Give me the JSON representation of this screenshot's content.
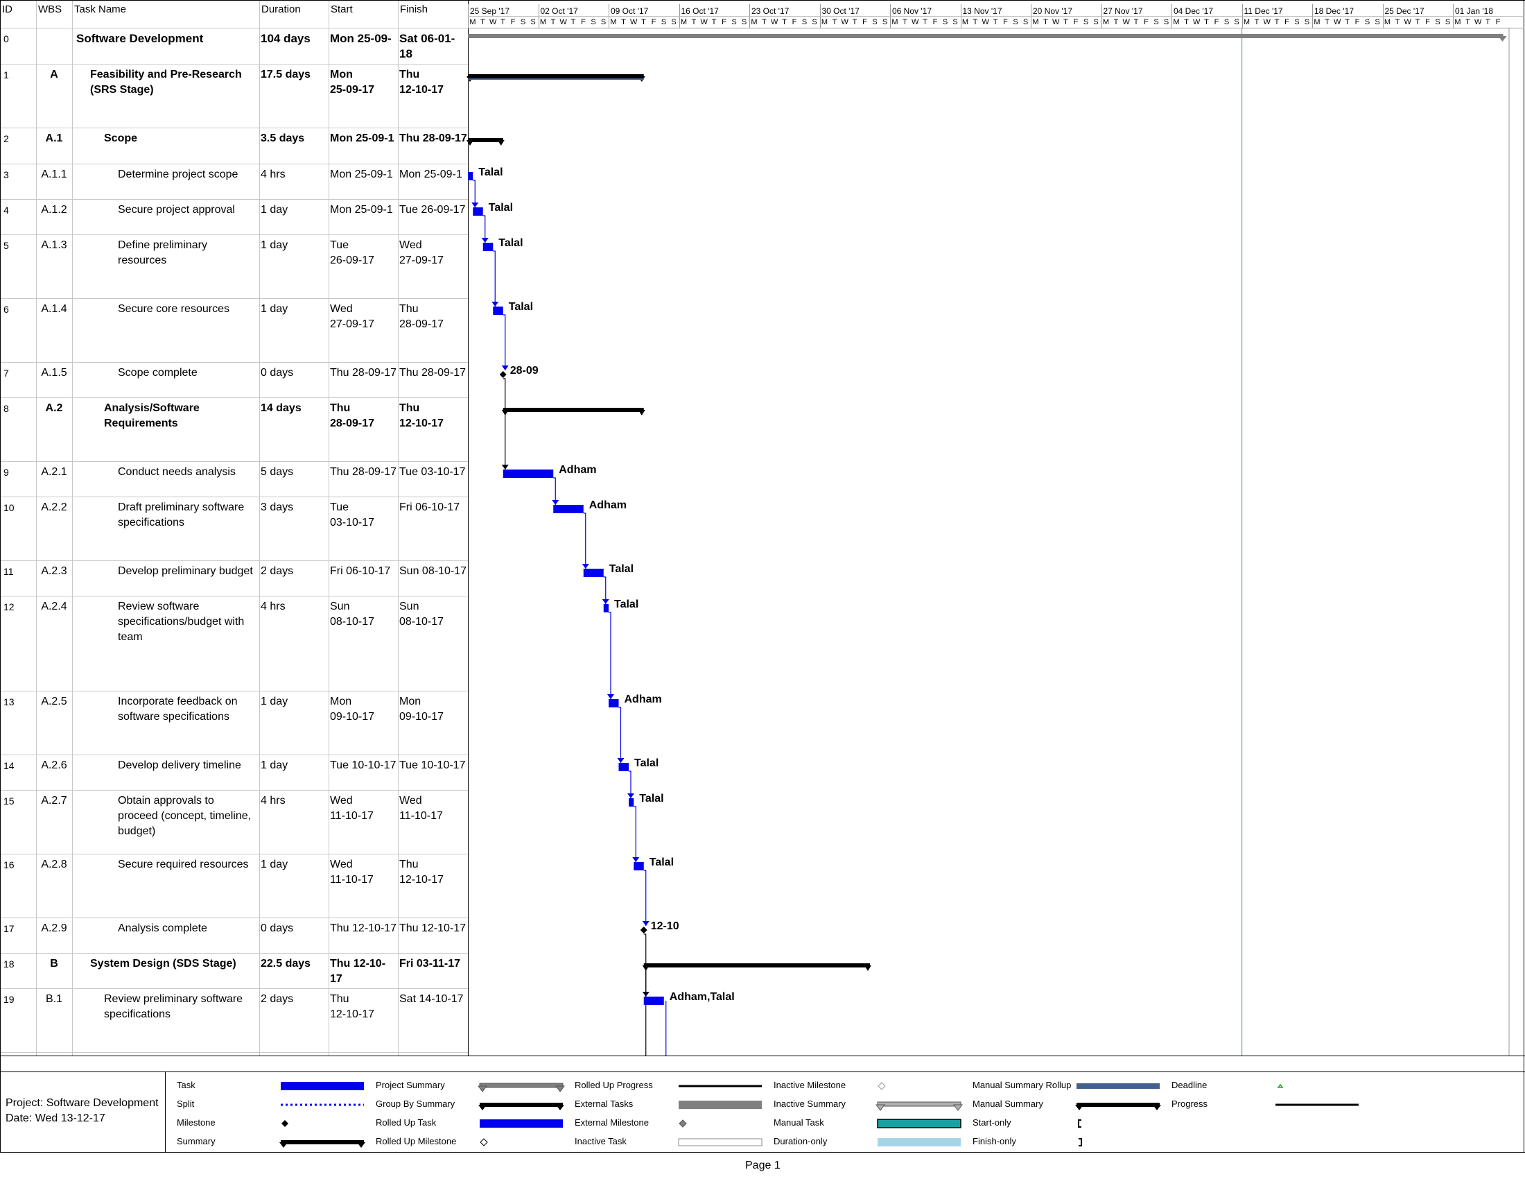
{
  "colors": {
    "task": "#0000ee",
    "summary": "#000000",
    "project_summary": "#7f7f7f",
    "grid": "#c8c8c8",
    "today_line": "#8fbc8f",
    "manual_task": "#17a2a2",
    "manual_summary_rollup": "#44608f",
    "duration_only": "#a8d4e8"
  },
  "columns": {
    "id": "ID",
    "wbs": "WBS",
    "name": "Task Name",
    "duration": "Duration",
    "start": "Start",
    "finish": "Finish"
  },
  "timescale": {
    "weeks": [
      "25 Sep '17",
      "02 Oct '17",
      "09 Oct '17",
      "16 Oct '17",
      "23 Oct '17",
      "30 Oct '17",
      "06 Nov '17",
      "13 Nov '17",
      "20 Nov '17",
      "27 Nov '17",
      "04 Dec '17",
      "11 Dec '17",
      "18 Dec '17",
      "25 Dec '17",
      "01 Jan '18"
    ],
    "days": [
      "M",
      "T",
      "W",
      "T",
      "F",
      "S",
      "S"
    ]
  },
  "tasks": [
    {
      "id": "0",
      "wbs": "",
      "name": "Software Development",
      "duration": "104 days",
      "start": "Mon 25-09-",
      "finish": "Sat 06-01-18",
      "level": 0,
      "bold": true,
      "bar": "project",
      "bar_start": 0,
      "bar_end": 103,
      "label": ""
    },
    {
      "id": "1",
      "wbs": "A",
      "name": "Feasibility and Pre-Research\n(SRS Stage)",
      "duration": "17.5 days",
      "start": "Mon\n25-09-17",
      "finish": "Thu\n12-10-17",
      "level": 1,
      "bold": true,
      "bar": "summary",
      "bar_start": 0,
      "bar_end": 17.5,
      "label": ""
    },
    {
      "id": "2",
      "wbs": "A.1",
      "name": "Scope",
      "duration": "3.5 days",
      "start": "Mon 25-09-1",
      "finish": "Thu 28-09-17",
      "level": 2,
      "bold": true,
      "bar": "summary",
      "bar_start": 0,
      "bar_end": 3.5,
      "label": ""
    },
    {
      "id": "3",
      "wbs": "A.1.1",
      "name": "Determine project scope",
      "duration": "4 hrs",
      "start": "Mon 25-09-1",
      "finish": "Mon 25-09-1",
      "level": 3,
      "bold": false,
      "bar": "task",
      "bar_start": 0,
      "bar_end": 0.5,
      "label": "Talal"
    },
    {
      "id": "4",
      "wbs": "A.1.2",
      "name": "Secure project approval",
      "duration": "1 day",
      "start": "Mon 25-09-1",
      "finish": "Tue 26-09-17",
      "level": 3,
      "bold": false,
      "bar": "task",
      "bar_start": 0.5,
      "bar_end": 1.5,
      "label": "Talal"
    },
    {
      "id": "5",
      "wbs": "A.1.3",
      "name": "Define preliminary\nresources",
      "duration": "1 day",
      "start": "Tue\n26-09-17",
      "finish": "Wed\n27-09-17",
      "level": 3,
      "bold": false,
      "bar": "task",
      "bar_start": 1.5,
      "bar_end": 2.5,
      "label": "Talal"
    },
    {
      "id": "6",
      "wbs": "A.1.4",
      "name": "Secure core resources",
      "duration": "1 day",
      "start": "Wed\n27-09-17",
      "finish": "Thu\n28-09-17",
      "level": 3,
      "bold": false,
      "bar": "task",
      "bar_start": 2.5,
      "bar_end": 3.5,
      "label": "Talal"
    },
    {
      "id": "7",
      "wbs": "A.1.5",
      "name": "Scope complete",
      "duration": "0 days",
      "start": "Thu 28-09-17",
      "finish": "Thu 28-09-17",
      "level": 3,
      "bold": false,
      "bar": "milestone",
      "bar_start": 3.5,
      "bar_end": 3.5,
      "label": "28-09"
    },
    {
      "id": "8",
      "wbs": "A.2",
      "name": "Analysis/Software\nRequirements",
      "duration": "14 days",
      "start": "Thu\n28-09-17",
      "finish": "Thu\n12-10-17",
      "level": 2,
      "bold": true,
      "bar": "summary",
      "bar_start": 3.5,
      "bar_end": 17.5,
      "label": ""
    },
    {
      "id": "9",
      "wbs": "A.2.1",
      "name": "Conduct needs analysis",
      "duration": "5 days",
      "start": "Thu 28-09-17",
      "finish": "Tue 03-10-17",
      "level": 3,
      "bold": false,
      "bar": "task",
      "bar_start": 3.5,
      "bar_end": 8.5,
      "label": "Adham"
    },
    {
      "id": "10",
      "wbs": "A.2.2",
      "name": "Draft preliminary software\nspecifications",
      "duration": "3 days",
      "start": "Tue\n03-10-17",
      "finish": "Fri 06-10-17",
      "level": 3,
      "bold": false,
      "bar": "task",
      "bar_start": 8.5,
      "bar_end": 11.5,
      "label": "Adham"
    },
    {
      "id": "11",
      "wbs": "A.2.3",
      "name": "Develop preliminary budget",
      "duration": "2 days",
      "start": "Fri 06-10-17",
      "finish": "Sun 08-10-17",
      "level": 3,
      "bold": false,
      "bar": "task",
      "bar_start": 11.5,
      "bar_end": 13.5,
      "label": "Talal"
    },
    {
      "id": "12",
      "wbs": "A.2.4",
      "name": "Review software\nspecifications/budget with\nteam",
      "duration": "4 hrs",
      "start": "Sun\n08-10-17",
      "finish": "Sun\n08-10-17",
      "level": 3,
      "bold": false,
      "bar": "task",
      "bar_start": 13.5,
      "bar_end": 14,
      "label": "Talal"
    },
    {
      "id": "13",
      "wbs": "A.2.5",
      "name": "Incorporate feedback on\nsoftware specifications",
      "duration": "1 day",
      "start": "Mon\n09-10-17",
      "finish": "Mon\n09-10-17",
      "level": 3,
      "bold": false,
      "bar": "task",
      "bar_start": 14,
      "bar_end": 15,
      "label": "Adham"
    },
    {
      "id": "14",
      "wbs": "A.2.6",
      "name": "Develop delivery timeline",
      "duration": "1 day",
      "start": "Tue 10-10-17",
      "finish": "Tue 10-10-17",
      "level": 3,
      "bold": false,
      "bar": "task",
      "bar_start": 15,
      "bar_end": 16,
      "label": "Talal"
    },
    {
      "id": "15",
      "wbs": "A.2.7",
      "name": "Obtain approvals to\nproceed (concept, timeline,\nbudget)",
      "duration": "4 hrs",
      "start": "Wed\n11-10-17",
      "finish": "Wed\n11-10-17",
      "level": 3,
      "bold": false,
      "bar": "task",
      "bar_start": 16,
      "bar_end": 16.5,
      "label": "Talal"
    },
    {
      "id": "16",
      "wbs": "A.2.8",
      "name": "Secure required resources",
      "duration": "1 day",
      "start": "Wed\n11-10-17",
      "finish": "Thu\n12-10-17",
      "level": 3,
      "bold": false,
      "bar": "task",
      "bar_start": 16.5,
      "bar_end": 17.5,
      "label": "Talal"
    },
    {
      "id": "17",
      "wbs": "A.2.9",
      "name": "Analysis complete",
      "duration": "0 days",
      "start": "Thu 12-10-17",
      "finish": "Thu 12-10-17",
      "level": 3,
      "bold": false,
      "bar": "milestone",
      "bar_start": 17.5,
      "bar_end": 17.5,
      "label": "12-10"
    },
    {
      "id": "18",
      "wbs": "B",
      "name": "System Design (SDS Stage)",
      "duration": "22.5 days",
      "start": "Thu 12-10-17",
      "finish": "Fri 03-11-17",
      "level": 1,
      "bold": true,
      "bar": "summary",
      "bar_start": 17.5,
      "bar_end": 40,
      "label": ""
    },
    {
      "id": "19",
      "wbs": "B.1",
      "name": "Review preliminary software\nspecifications",
      "duration": "2 days",
      "start": "Thu\n12-10-17",
      "finish": "Sat 14-10-17",
      "level": 2,
      "bold": false,
      "bar": "task",
      "bar_start": 17.5,
      "bar_end": 19.5,
      "label": "Adham,Talal"
    }
  ],
  "footer": {
    "project": "Project: Software Development",
    "date": "Date: Wed 13-12-17",
    "page": "Page 1"
  },
  "legend": [
    {
      "label": "Task",
      "symbol": "task"
    },
    {
      "label": "Split",
      "symbol": "split"
    },
    {
      "label": "Milestone",
      "symbol": "milestone"
    },
    {
      "label": "Summary",
      "symbol": "summary"
    },
    {
      "label": "Project Summary",
      "symbol": "project_summary"
    },
    {
      "label": "Group By Summary",
      "symbol": "group_summary"
    },
    {
      "label": "Rolled Up Task",
      "symbol": "rolled_task"
    },
    {
      "label": "Rolled Up Milestone",
      "symbol": "rolled_milestone"
    },
    {
      "label": "Rolled Up Progress",
      "symbol": "rolled_progress"
    },
    {
      "label": "External Tasks",
      "symbol": "external_tasks"
    },
    {
      "label": "External Milestone",
      "symbol": "external_milestone"
    },
    {
      "label": "Inactive Task",
      "symbol": "inactive_task"
    },
    {
      "label": "Inactive Milestone",
      "symbol": "inactive_milestone"
    },
    {
      "label": "Inactive Summary",
      "symbol": "inactive_summary"
    },
    {
      "label": "Manual Task",
      "symbol": "manual_task"
    },
    {
      "label": "Duration-only",
      "symbol": "duration_only"
    },
    {
      "label": "Manual Summary Rollup",
      "symbol": "manual_summary_rollup"
    },
    {
      "label": "Manual Summary",
      "symbol": "manual_summary"
    },
    {
      "label": "Start-only",
      "symbol": "start_only"
    },
    {
      "label": "Finish-only",
      "symbol": "finish_only"
    },
    {
      "label": "Deadline",
      "symbol": "deadline"
    },
    {
      "label": "Progress",
      "symbol": "progress"
    }
  ]
}
